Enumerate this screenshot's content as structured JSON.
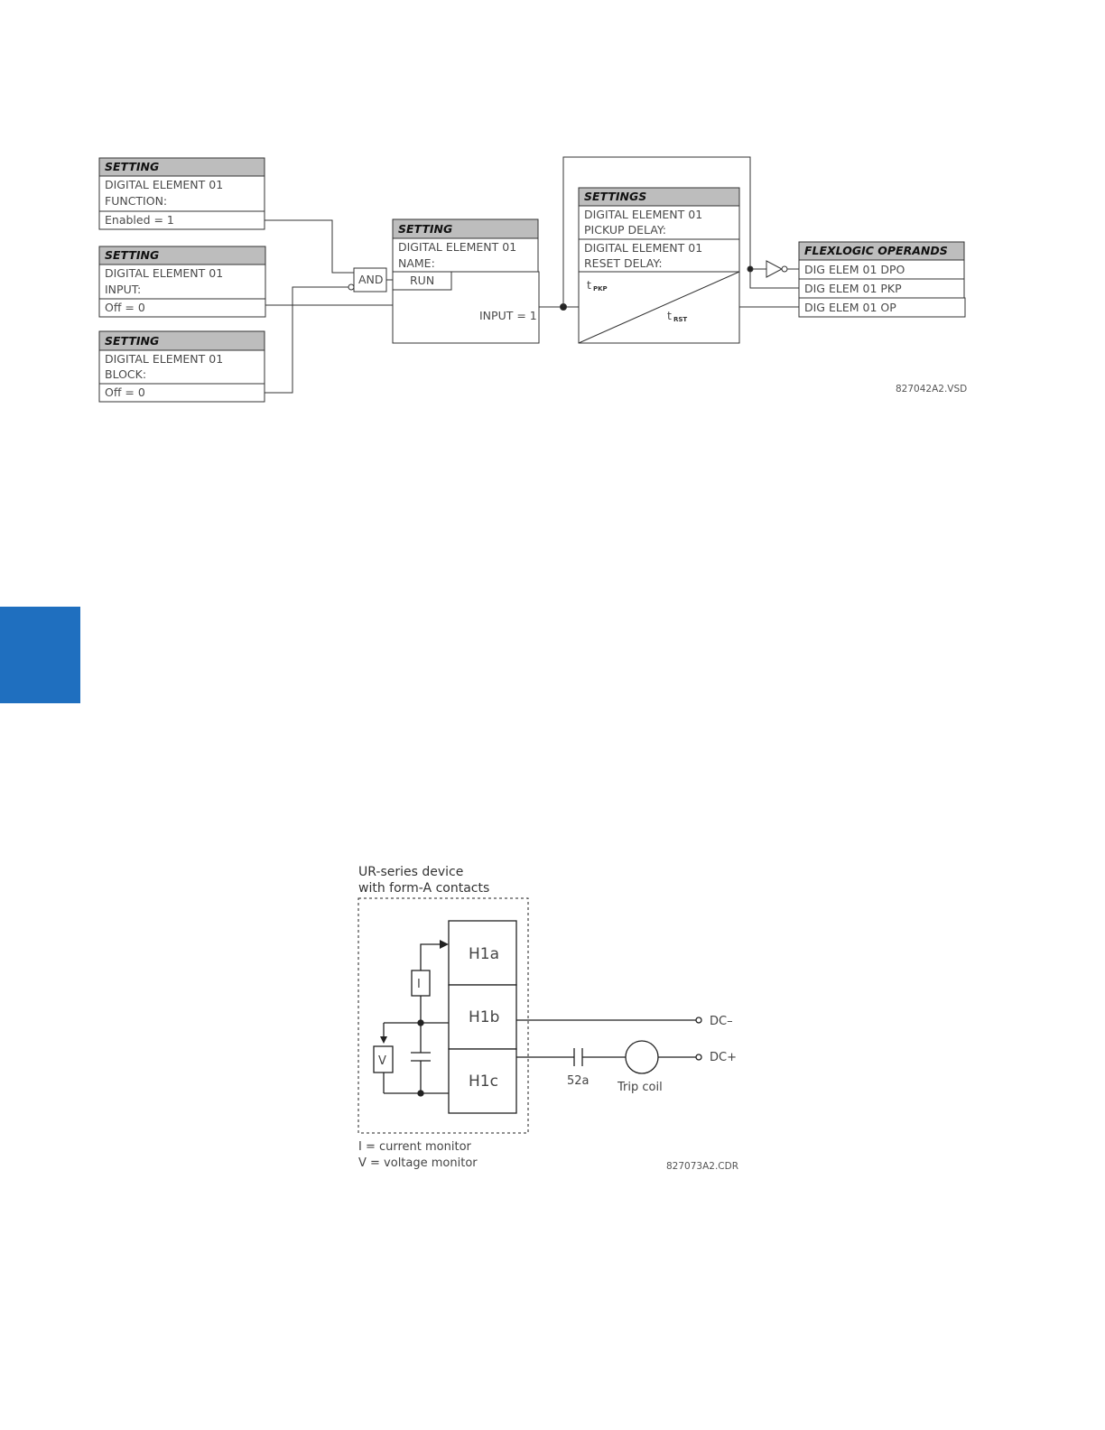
{
  "page": {
    "tab_color": "#1f6fbf"
  },
  "logic_diagram": {
    "function_box": {
      "header": "SETTING",
      "line1": "DIGITAL ELEMENT 01",
      "line2": "FUNCTION:",
      "value": "Enabled = 1"
    },
    "input_box": {
      "header": "SETTING",
      "line1": "DIGITAL ELEMENT 01",
      "line2": "INPUT:",
      "value": "Off = 0"
    },
    "block_box": {
      "header": "SETTING",
      "line1": "DIGITAL ELEMENT 01",
      "line2": "BLOCK:",
      "value": "Off = 0"
    },
    "and_gate": {
      "label": "AND"
    },
    "name_box": {
      "header": "SETTING",
      "line1": "DIGITAL ELEMENT 01",
      "line2": "NAME:",
      "run": "RUN",
      "input_label": "INPUT = 1"
    },
    "timer_box": {
      "header": "SETTINGS",
      "pickup_line1": "DIGITAL ELEMENT 01",
      "pickup_line2": "PICKUP DELAY:",
      "reset_line1": "DIGITAL ELEMENT 01",
      "reset_line2": "RESET DELAY:",
      "tpkp": "t",
      "tpkp_sub": "PKP",
      "trst": "t",
      "trst_sub": "RST"
    },
    "operands_box": {
      "header": "FLEXLOGIC OPERANDS",
      "items": [
        "DIG ELEM 01 DPO",
        "DIG ELEM 01 PKP",
        "DIG ELEM 01 OP"
      ]
    },
    "figure_id": "827042A2.VSD"
  },
  "circuit_diagram": {
    "device_label_line1": "UR-series device",
    "device_label_line2": "with form-A contacts",
    "terminals": [
      "H1a",
      "H1b",
      "H1c"
    ],
    "current_monitor": "I",
    "voltage_monitor": "V",
    "dc_minus": "DC–",
    "dc_plus": "DC+",
    "contact": "52a",
    "coil": "Trip coil",
    "legend_line1": "I = current monitor",
    "legend_line2": "V = voltage monitor",
    "figure_id": "827073A2.CDR"
  }
}
